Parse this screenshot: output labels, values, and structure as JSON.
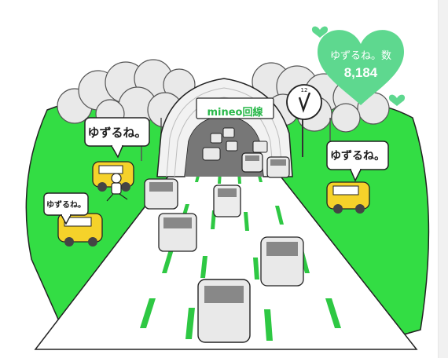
{
  "counter": {
    "label": "ゆずるね。数",
    "count": "8,184"
  },
  "tunnel": {
    "sign": "mineo回線"
  },
  "signs": {
    "phrase": "ゆずるね。"
  },
  "clock": {
    "number": "12"
  },
  "colors": {
    "grass": "#33dd44",
    "heart": "#5ed88f",
    "lane": "#2ec843",
    "road": "#ffffff"
  }
}
